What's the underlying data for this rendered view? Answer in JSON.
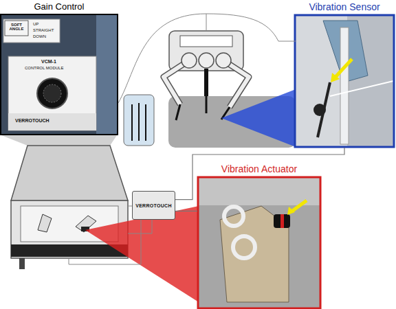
{
  "diagram": {
    "nodes": [
      {
        "text": [
          "Gain Control"
        ]
      },
      {
        "text": [
          "Vibration Sensor"
        ]
      },
      {
        "text": [
          "VERROTOUCH"
        ]
      },
      {
        "text": [
          "Vibration Actuator"
        ]
      }
    ],
    "edges": [
      {
        "from": 2,
        "to": 1,
        "arrow": "none"
      },
      {
        "from": 2,
        "to": 3,
        "arrow": "none"
      }
    ],
    "labels": [
      "SOFT ANGLE",
      "UP",
      "STRAIGHT",
      "DOWN",
      "VCM-1",
      "CONTROL MODULE",
      "VERROTOUCH"
    ]
  }
}
